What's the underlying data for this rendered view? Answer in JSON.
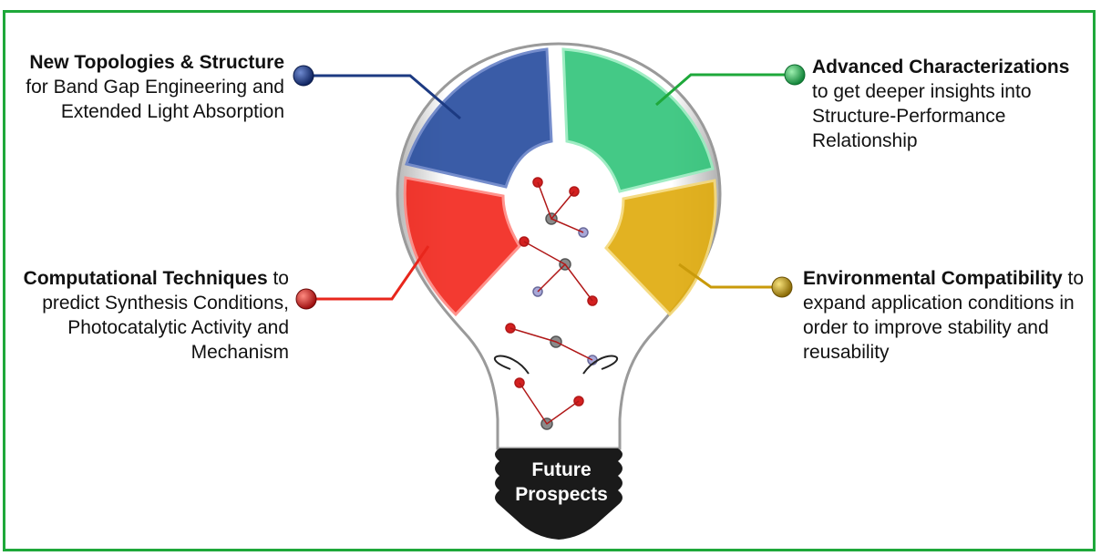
{
  "center_label": [
    "Future",
    "Prospects"
  ],
  "prospects": [
    {
      "id": "topologies",
      "color": "#1c3a82",
      "bold": "New Topologies & Structure",
      "rest": " for Band Gap Engineering and Extended Light Absorption"
    },
    {
      "id": "characterizations",
      "color": "#2fbd6a",
      "bold": "Advanced Characterizations",
      "rest": " to get deeper insights into Structure-Performance Relationship"
    },
    {
      "id": "computational",
      "color": "#e8261c",
      "bold": "Computational Techniques",
      "rest": " to predict Synthesis Conditions, Photocatalytic Activity and Mechanism"
    },
    {
      "id": "environmental",
      "color": "#d9a814",
      "bold": "Environmental Compatibility",
      "rest": " to expand application conditions in order to improve stability and reusability"
    }
  ],
  "colors": {
    "frame": "#1ea83a",
    "base": "#1a1a1a"
  }
}
